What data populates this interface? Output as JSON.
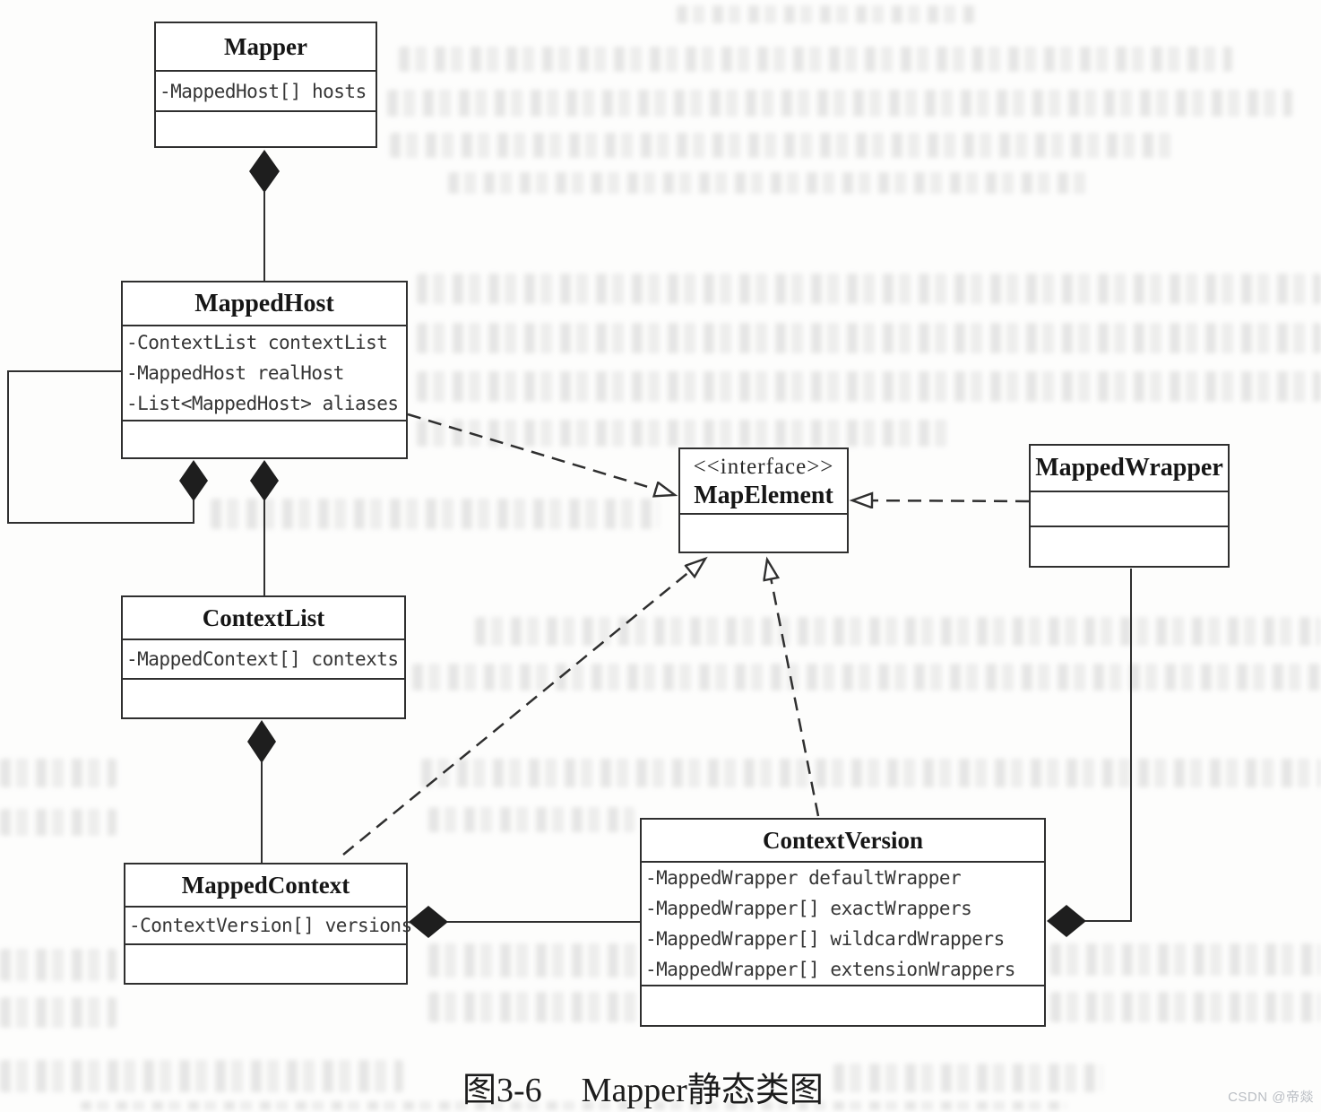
{
  "figure": {
    "caption_prefix": "图3-6",
    "caption_title": "Mapper静态类图",
    "watermark": "CSDN @帝燚"
  },
  "diagram": {
    "classes": [
      {
        "id": "mapper",
        "name": "Mapper",
        "stereotype": "",
        "attributes": [
          "-MappedHost[] hosts"
        ]
      },
      {
        "id": "mapped-host",
        "name": "MappedHost",
        "stereotype": "",
        "attributes": [
          "-ContextList contextList",
          "-MappedHost realHost",
          "-List<MappedHost> aliases"
        ]
      },
      {
        "id": "context-list",
        "name": "ContextList",
        "stereotype": "",
        "attributes": [
          "-MappedContext[] contexts"
        ]
      },
      {
        "id": "mapped-context",
        "name": "MappedContext",
        "stereotype": "",
        "attributes": [
          "-ContextVersion[] versions"
        ]
      },
      {
        "id": "context-version",
        "name": "ContextVersion",
        "stereotype": "",
        "attributes": [
          "-MappedWrapper defaultWrapper",
          "-MappedWrapper[] exactWrappers",
          "-MappedWrapper[] wildcardWrappers",
          "-MappedWrapper[] extensionWrappers"
        ]
      },
      {
        "id": "map-element",
        "name": "MapElement",
        "stereotype": "<<interface>>",
        "attributes": []
      },
      {
        "id": "mapped-wrapper",
        "name": "MappedWrapper",
        "stereotype": "",
        "attributes": []
      }
    ],
    "relationships": [
      {
        "type": "composition",
        "owner": "Mapper",
        "part": "MappedHost"
      },
      {
        "type": "composition",
        "owner": "MappedHost",
        "part": "MappedHost"
      },
      {
        "type": "composition",
        "owner": "MappedHost",
        "part": "ContextList"
      },
      {
        "type": "composition",
        "owner": "ContextList",
        "part": "MappedContext"
      },
      {
        "type": "composition",
        "owner": "MappedContext",
        "part": "ContextVersion"
      },
      {
        "type": "composition",
        "owner": "ContextVersion",
        "part": "MappedWrapper"
      },
      {
        "type": "realization",
        "from": "MappedHost",
        "to": "MapElement"
      },
      {
        "type": "realization",
        "from": "MappedContext",
        "to": "MapElement"
      },
      {
        "type": "realization",
        "from": "ContextVersion",
        "to": "MapElement"
      },
      {
        "type": "realization",
        "from": "MappedWrapper",
        "to": "MapElement"
      }
    ]
  },
  "colors": {
    "line": "#2f2f2f",
    "box_fill": "#ffffff",
    "page_bg": "#fdfdfc",
    "caption_text": "#1c1c1c",
    "watermark_text": "#b9bdc3"
  }
}
